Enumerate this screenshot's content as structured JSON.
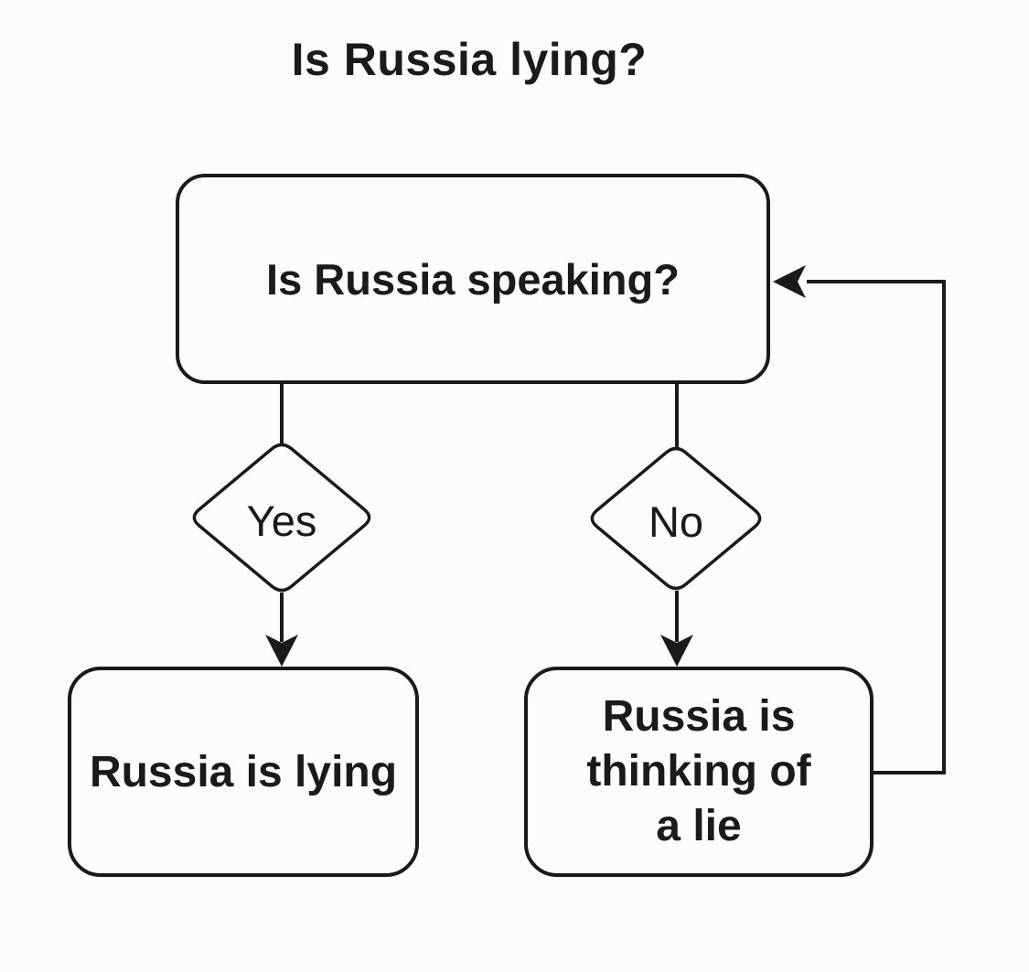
{
  "flowchart": {
    "title": "Is Russia lying?",
    "nodes": [
      {
        "id": "speaking",
        "type": "rounded-rect",
        "label": "Is Russia speaking?"
      },
      {
        "id": "yes",
        "type": "diamond",
        "label": "Yes"
      },
      {
        "id": "no",
        "type": "diamond",
        "label": "No"
      },
      {
        "id": "lying",
        "type": "rounded-rect",
        "label": "Russia is lying"
      },
      {
        "id": "thinking",
        "type": "rounded-rect",
        "label": "Russia is thinking of a lie",
        "lines": [
          "Russia is",
          "thinking of",
          "a lie"
        ]
      }
    ],
    "edges": [
      {
        "from": "speaking",
        "to": "yes",
        "arrow": false
      },
      {
        "from": "yes",
        "to": "lying",
        "arrow": true
      },
      {
        "from": "speaking",
        "to": "no",
        "arrow": false
      },
      {
        "from": "no",
        "to": "thinking",
        "arrow": true
      },
      {
        "from": "thinking",
        "to": "speaking",
        "arrow": true,
        "route": "right-side-loop"
      }
    ],
    "colors": {
      "ink": "#1a1a1a",
      "background": "#fcfcfc"
    }
  }
}
